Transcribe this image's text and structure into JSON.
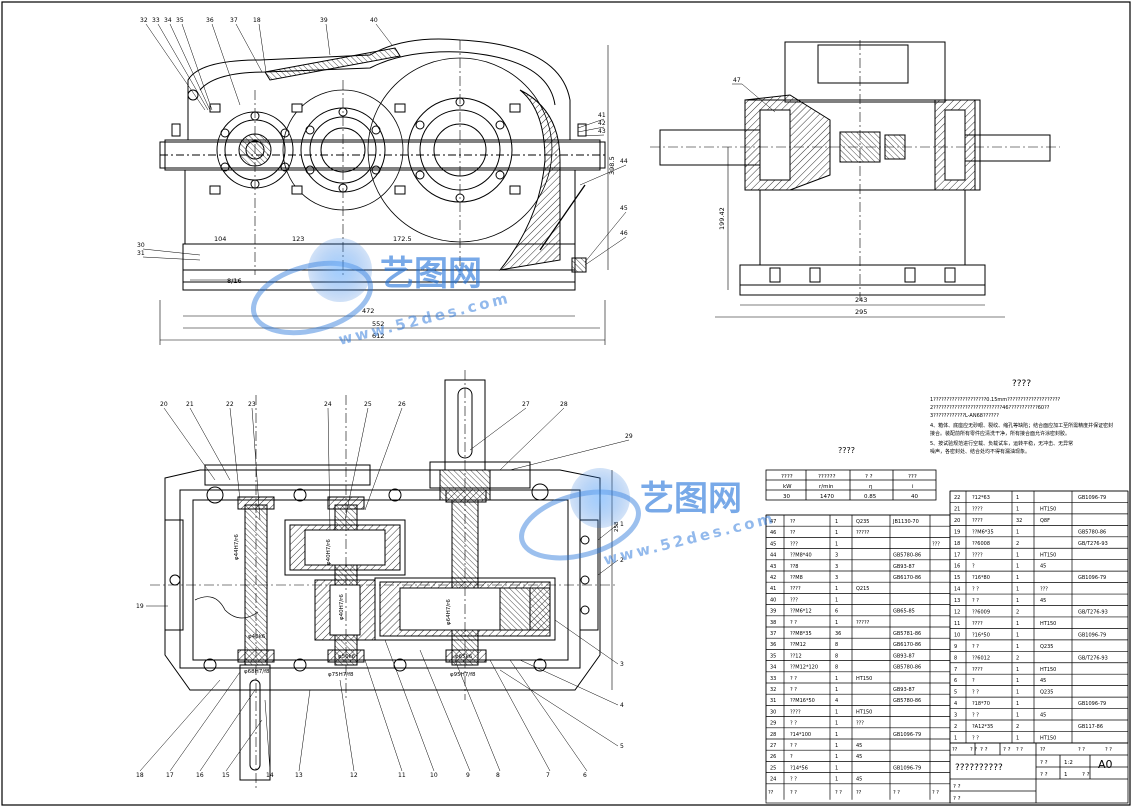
{
  "title": "????",
  "tech_requirements": {
    "heading": "????",
    "lines": [
      "1????????????????????0.15mm????????????????????",
      "2??????????????????????????46???????????60??",
      "3????????????L-AN68??????",
      "4、箱体、底座应无砂眼、裂纹、缩孔等缺陷；结合面应加工至所需精度并保证密封",
      "接合。装配前所有零件应清洗干净，所有接合面允许涂密封胶。",
      "5、按试验规范进行空载、负载试车，运转平稳，无冲击、无异常",
      "噪声，各密封处、结合处均不得有漏油现象。"
    ]
  },
  "tech_spec": {
    "heading": "????",
    "headers": [
      "????",
      "??????",
      "?  ?",
      "???"
    ],
    "units": [
      "kW",
      "r/min",
      "η",
      "i"
    ],
    "values": [
      "30",
      "1470",
      "0.85",
      "40"
    ]
  },
  "dims": {
    "d104": "104",
    "d123": "123",
    "d1725": "172.5",
    "d472": "472",
    "d552": "552",
    "d612": "612",
    "d3985": "398.5",
    "d19942": "199.42",
    "d243": "243",
    "d295": "295",
    "d816": "8/16",
    "d258": "258",
    "f1": "φ44H7/r6",
    "f2": "φ40H7/r6",
    "f3": "φ40H7/r6",
    "f4": "φ64H7/r6",
    "f5": "φ40k6",
    "f6": "φ68H7/f8",
    "f7": "φ50k6",
    "f8": "φ75H7/f8",
    "f9": "φ65k6",
    "f10": "φ95H7/f8"
  },
  "balloons_front": [
    "32",
    "33",
    "34",
    "35",
    "36",
    "37",
    "18",
    "39",
    "40",
    "41",
    "42",
    "43",
    "44",
    "45",
    "46",
    "30",
    "31"
  ],
  "balloons_side": [
    "47"
  ],
  "balloons_plan_top": [
    "20",
    "21",
    "22",
    "23",
    "24",
    "25",
    "26",
    "27",
    "28",
    "29"
  ],
  "balloons_plan_bottom": [
    "18",
    "17",
    "16",
    "15",
    "14",
    "13",
    "12",
    "11",
    "10",
    "9",
    "8",
    "7",
    "6"
  ],
  "balloons_plan_right": [
    "1",
    "2",
    "3",
    "4",
    "5"
  ],
  "balloons_plan_left": [
    "19"
  ],
  "watermark": {
    "brand": "艺图网",
    "url": "www.52des.com"
  },
  "bom_left": [
    [
      "47",
      "??",
      "1",
      "Q235",
      "JB1130-70",
      ""
    ],
    [
      "46",
      "??",
      "1",
      "?????",
      "",
      ""
    ],
    [
      "45",
      "???",
      "1",
      "",
      "",
      "???"
    ],
    [
      "44",
      "??M8*40",
      "3",
      "",
      "GB5780-86",
      ""
    ],
    [
      "43",
      "??8",
      "3",
      "",
      "GB93-87",
      ""
    ],
    [
      "42",
      "??M8",
      "3",
      "",
      "GB6170-86",
      ""
    ],
    [
      "41",
      "????",
      "1",
      "Q215",
      "",
      ""
    ],
    [
      "40",
      "???",
      "1",
      "",
      "",
      ""
    ],
    [
      "39",
      "??M6*12",
      "6",
      "",
      "GB65-85",
      ""
    ],
    [
      "38",
      "?   ?",
      "1",
      "?????",
      "",
      ""
    ],
    [
      "37",
      "??M8*35",
      "36",
      "",
      "GB5781-86",
      ""
    ],
    [
      "36",
      "??M12",
      "8",
      "",
      "GB6170-86",
      ""
    ],
    [
      "35",
      "??12",
      "8",
      "",
      "GB93-87",
      ""
    ],
    [
      "34",
      "??M12*120",
      "8",
      "",
      "GB5780-86",
      ""
    ],
    [
      "33",
      "?   ?",
      "1",
      "HT150",
      "",
      ""
    ],
    [
      "32",
      "?   ?",
      "1",
      "",
      "GB93-87",
      ""
    ],
    [
      "31",
      "??M16*50",
      "4",
      "",
      "GB5780-86",
      ""
    ],
    [
      "30",
      "????",
      "1",
      "HT150",
      "",
      ""
    ],
    [
      "29",
      "?   ?",
      "1",
      "???",
      "",
      ""
    ],
    [
      "28",
      "?14*100",
      "1",
      "",
      "GB1096-79",
      ""
    ],
    [
      "27",
      "?   ?",
      "1",
      "45",
      "",
      ""
    ],
    [
      "26",
      "?",
      "1",
      "45",
      "",
      ""
    ],
    [
      "25",
      "?14*56",
      "1",
      "",
      "GB1096-79",
      ""
    ],
    [
      "24",
      "?   ?",
      "1",
      "45",
      "",
      ""
    ]
  ],
  "bom_right": [
    [
      "22",
      "?12*63",
      "1",
      "",
      "GB1096-79"
    ],
    [
      "21",
      "????",
      "1",
      "HT150",
      ""
    ],
    [
      "20",
      "????",
      "32",
      "Q8F",
      ""
    ],
    [
      "19",
      "??M6*35",
      "1",
      "",
      "GB5780-86"
    ],
    [
      "18",
      "??6008",
      "2",
      "",
      "GB/T276-93"
    ],
    [
      "17",
      "????",
      "1",
      "HT150",
      ""
    ],
    [
      "16",
      "?",
      "1",
      "45",
      ""
    ],
    [
      "15",
      "?16*80",
      "1",
      "",
      "GB1096-79"
    ],
    [
      "14",
      "?  ?",
      "1",
      "???",
      ""
    ],
    [
      "13",
      "?  ?",
      "1",
      "45",
      ""
    ],
    [
      "12",
      "??6009",
      "2",
      "",
      "GB/T276-93"
    ],
    [
      "11",
      "????",
      "1",
      "HT150",
      ""
    ],
    [
      "10",
      "?16*50",
      "1",
      "",
      "GB1096-79"
    ],
    [
      "9",
      "?  ?",
      "1",
      "Q235",
      ""
    ],
    [
      "8",
      "??6012",
      "2",
      "",
      "GB/T276-93"
    ],
    [
      "7",
      "????",
      "1",
      "HT150",
      ""
    ],
    [
      "6",
      "?",
      "1",
      "45",
      ""
    ],
    [
      "5",
      "?  ?",
      "1",
      "Q235",
      ""
    ],
    [
      "4",
      "?18*70",
      "1",
      "",
      "GB1096-79"
    ],
    [
      "3",
      "?  ?",
      "1",
      "45",
      ""
    ],
    [
      "2",
      "?A12*35",
      "2",
      "",
      "GB117-86"
    ],
    [
      "1",
      "?  ?",
      "1",
      "HT150",
      ""
    ]
  ],
  "bom_footer": [
    "??",
    "?   ?",
    "?   ?",
    "??",
    "?   ?",
    "?   ?",
    "? ?"
  ],
  "title_block": {
    "name": "??????????",
    "scale_label": "? ?",
    "scale": "1:2",
    "sheet_label": "? ?",
    "sheet_no": "1",
    "of": "? ?",
    "size": "A0",
    "left_labels": [
      "? ?",
      "? ?",
      "? ?",
      "? ?"
    ]
  },
  "stroke": "#000000",
  "watermark_color": "#1e6fd9"
}
